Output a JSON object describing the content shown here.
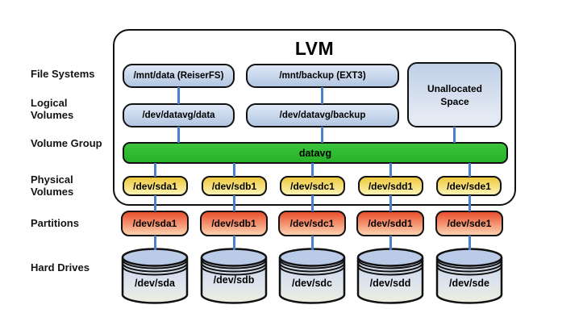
{
  "title": "LVM",
  "row_labels": [
    "File Systems",
    "Logical Volumes",
    "Volume Group",
    "Physical Volumes",
    "Partitions",
    "Hard Drives"
  ],
  "file_systems": [
    "/mnt/data (ReiserFS)",
    "/mnt/backup (EXT3)"
  ],
  "unallocated_space": "Unallocated Space",
  "logical_volumes": [
    "/dev/datavg/data",
    "/dev/datavg/backup"
  ],
  "volume_group": "datavg",
  "physical_volumes": [
    "/dev/sda1",
    "/dev/sdb1",
    "/dev/sdc1",
    "/dev/sdd1",
    "/dev/sde1"
  ],
  "partitions": [
    "/dev/sda1",
    "/dev/sdb1",
    "/dev/sdc1",
    "/dev/sdd1",
    "/dev/sde1"
  ],
  "hard_drives": [
    "/dev/sda",
    "/dev/sdb",
    "/dev/sdc",
    "/dev/sdd",
    "/dev/sde"
  ],
  "colors": {
    "box_blue_top": "#dfe8f6",
    "box_blue_bottom": "#b2c6e2",
    "unalloc_top": "#bfcfe6",
    "unalloc_bottom": "#e4eaf4",
    "vg_green_top": "#3cc43c",
    "vg_green_bottom": "#27b227",
    "pv_yellow_top": "#eec93c",
    "pv_yellow_bottom": "#fcf4b4",
    "part_orange_top": "#ea4e2c",
    "part_orange_bottom": "#fcd2b0",
    "connector_blue": "#4a81c8",
    "outline_black": "#111111"
  }
}
